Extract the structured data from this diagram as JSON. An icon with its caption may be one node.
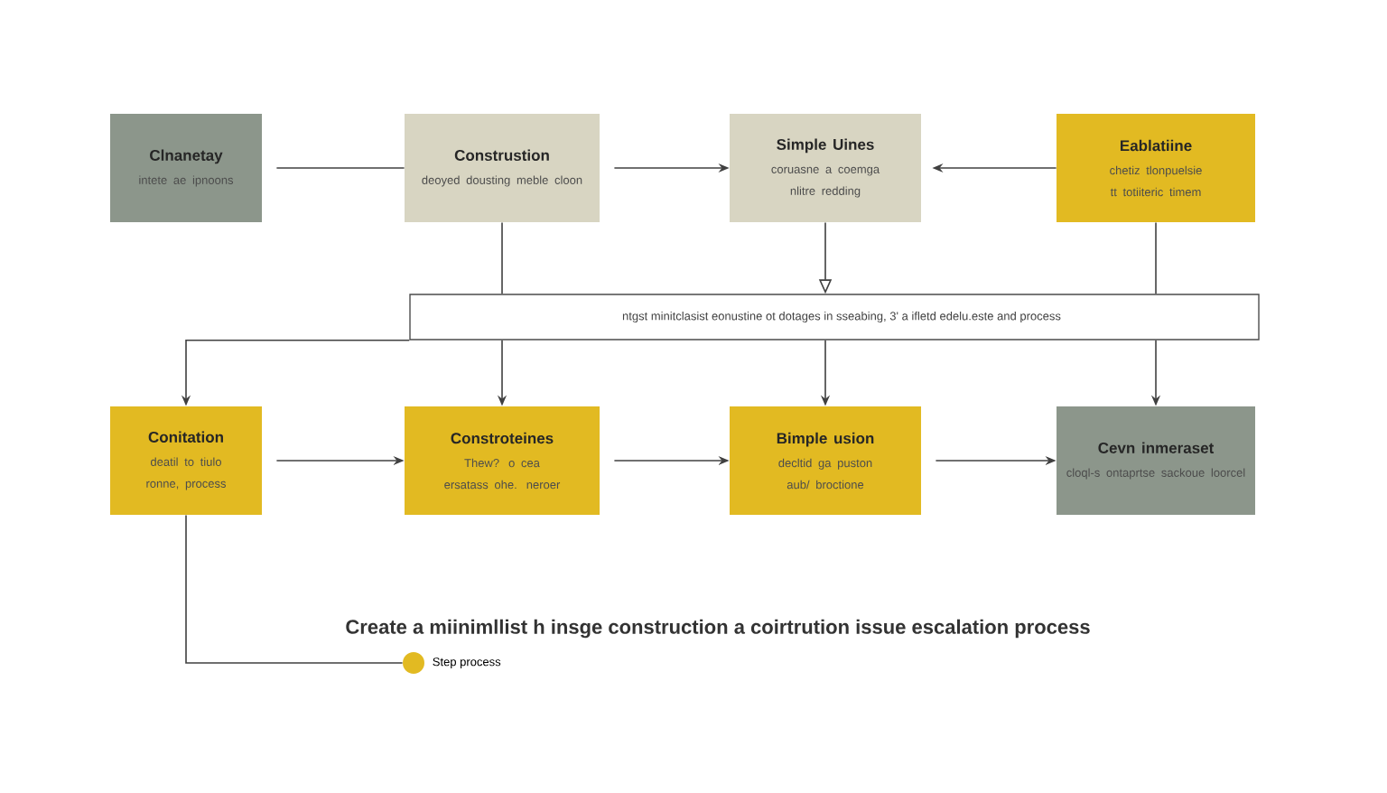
{
  "diagram": {
    "title": "Create a miinimllist h insge construction a coirtrution issue escalation process",
    "nodes": [
      {
        "text": [
          "Clnanetay",
          "intete ae ipnoons"
        ]
      },
      {
        "text": [
          "Construstion",
          "deoyed dousting meble cloon"
        ]
      },
      {
        "text": [
          "Simple Uines",
          "coruasne a coemga nlitre redding"
        ]
      },
      {
        "text": [
          "Eablatiine",
          "chetiz tlonpuelsie tt totiiteric timem"
        ]
      },
      {
        "text": [
          "ntgst minitclasist eonustine ot dotages in sseabing, 3' a ifletd edelu.este and process"
        ]
      },
      {
        "text": [
          "Conitation",
          "deatil to tiulo ronne, process"
        ]
      },
      {
        "text": [
          "Constroteines",
          "Thew? o cea ersatass ohe. neroer"
        ]
      },
      {
        "text": [
          "Bimple usion",
          "decltid ga puston aub/ broctione"
        ]
      },
      {
        "text": [
          "Cevn inmeraset",
          "cloql-s ontaprtse sackoue loorcel"
        ]
      },
      {
        "text": [],
        "shape": "circle",
        "beside": [
          "Step process"
        ]
      }
    ],
    "edges": [
      {
        "from": 0,
        "to": 1,
        "arrow": "none"
      },
      {
        "from": 1,
        "to": 2,
        "arrow": "to"
      },
      {
        "from": 3,
        "to": 2,
        "arrow": "to"
      },
      {
        "from": 1,
        "to": 4,
        "arrow": "none"
      },
      {
        "from": 2,
        "to": 4,
        "arrow": "to"
      },
      {
        "from": 3,
        "to": 4,
        "arrow": "none"
      },
      {
        "from": 4,
        "to": 5,
        "arrow": "to"
      },
      {
        "from": 4,
        "to": 6,
        "arrow": "to"
      },
      {
        "from": 4,
        "to": 7,
        "arrow": "to"
      },
      {
        "from": 4,
        "to": 8,
        "arrow": "to"
      },
      {
        "from": 5,
        "to": 6,
        "arrow": "to"
      },
      {
        "from": 6,
        "to": 7,
        "arrow": "to"
      },
      {
        "from": 7,
        "to": 8,
        "arrow": "to"
      },
      {
        "from": 5,
        "to": 9,
        "arrow": "none"
      }
    ]
  }
}
